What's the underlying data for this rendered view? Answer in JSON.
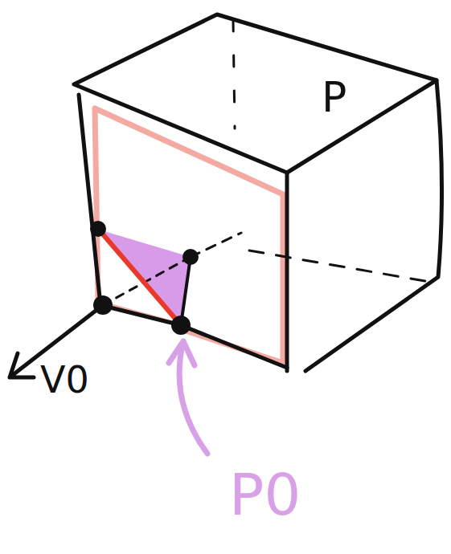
{
  "diagram": {
    "labels": [
      "P",
      "V0",
      "P0"
    ]
  }
}
